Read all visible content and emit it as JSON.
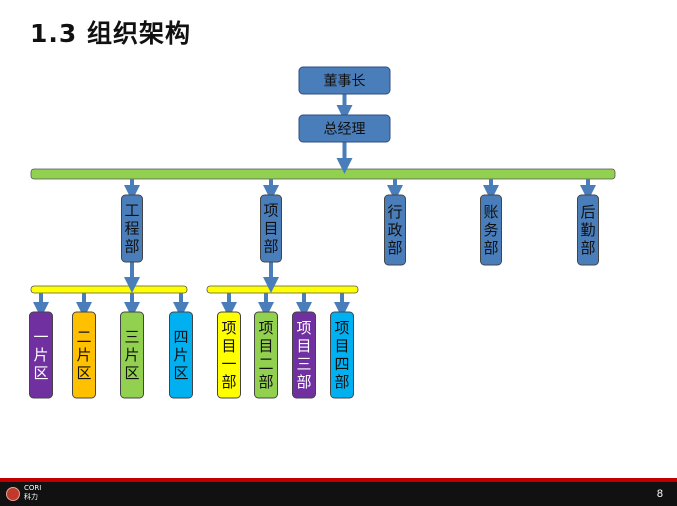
{
  "slide": {
    "title": "1.3 组织架构",
    "page_number": "8",
    "logo_name": "CORI",
    "logo_subtitle": "科力"
  },
  "org": {
    "colors": {
      "blue": "#4a7ebb",
      "green_bar": "#92d050",
      "yellow_bar": "#ffff00",
      "purple": "#7030a0",
      "yellow": "#ffc000",
      "bright_yellow": "#ffff00",
      "light_green": "#92d050",
      "cyan": "#00b0f0",
      "arrow": "#4a7ebb"
    },
    "top": [
      {
        "id": "chairman",
        "label": "董事长"
      },
      {
        "id": "gm",
        "label": "总经理"
      }
    ],
    "departments": [
      {
        "id": "engineering",
        "label": "工程部"
      },
      {
        "id": "project",
        "label": "项目部"
      },
      {
        "id": "admin",
        "label": "行政部"
      },
      {
        "id": "accounting",
        "label": "账务部"
      },
      {
        "id": "logistics",
        "label": "后勤部"
      }
    ],
    "engineering_units": [
      {
        "label": "一片区",
        "color": "purple"
      },
      {
        "label": "二片区",
        "color": "yellow"
      },
      {
        "label": "三片区",
        "color": "light_green"
      },
      {
        "label": "四片区",
        "color": "cyan"
      }
    ],
    "project_units": [
      {
        "label": "项目一部",
        "color": "bright_yellow"
      },
      {
        "label": "项目二部",
        "color": "light_green"
      },
      {
        "label": "项目三部",
        "color": "purple"
      },
      {
        "label": "项目四部",
        "color": "cyan"
      }
    ]
  }
}
